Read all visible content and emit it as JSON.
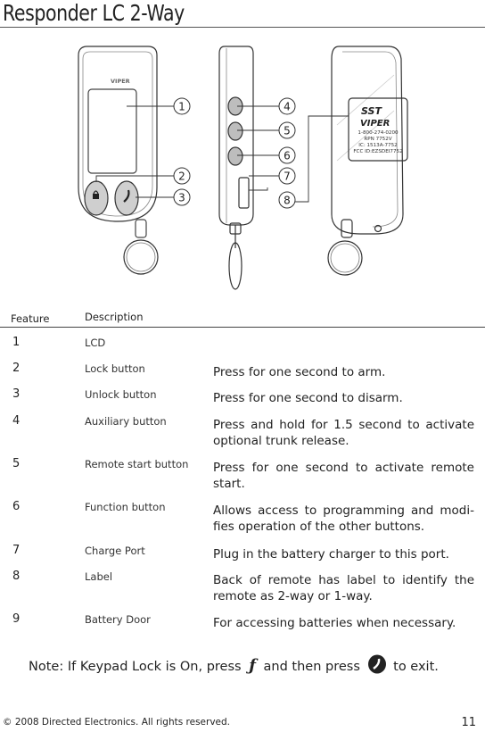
{
  "page": {
    "title": "Responder LC 2-Way",
    "footer_copyright": "© 2008 Directed Electronics. All rights reserved.",
    "page_number": "11"
  },
  "figure": {
    "callouts": [
      "1",
      "2",
      "3",
      "4",
      "5",
      "6",
      "7",
      "8"
    ],
    "front_brand": "VIPER",
    "label_logo": "SST",
    "label_brand": "VIPER",
    "label_lines": [
      "1-800-274-0200",
      "RPN 7752V",
      "IC: 1513A-7752",
      "FCC ID:EZSDEI7752"
    ]
  },
  "table": {
    "header_feature": "Feature",
    "header_description": "Description",
    "rows": [
      {
        "num": "1",
        "feature": "LCD",
        "description": ""
      },
      {
        "num": "2",
        "feature": "Lock button",
        "description": "Press for one second to arm."
      },
      {
        "num": "3",
        "feature": "Unlock button",
        "description": "Press for one second to disarm."
      },
      {
        "num": "4",
        "feature": "Auxiliary button",
        "description": "Press and hold for 1.5 second to activate optional trunk release."
      },
      {
        "num": "5",
        "feature": "Remote start button",
        "description": "Press for one second to activate remote start."
      },
      {
        "num": "6",
        "feature": "Function button",
        "description": "Allows access to programming and modi-fies operation of the other buttons."
      },
      {
        "num": "7",
        "feature": "Charge Port",
        "description": "Plug in the  battery charger to this port."
      },
      {
        "num": "8",
        "feature": "Label",
        "description": "Back of remote has label to identify the remote as 2-way or 1-way."
      },
      {
        "num": "9",
        "feature": "Battery Door",
        "description": "For accessing batteries when necessary."
      }
    ]
  },
  "note": {
    "label": "Note:",
    "text_before": "If Keypad Lock is On, press",
    "function_glyph": "ƒ",
    "text_middle": "and then press",
    "text_after": "to exit."
  }
}
